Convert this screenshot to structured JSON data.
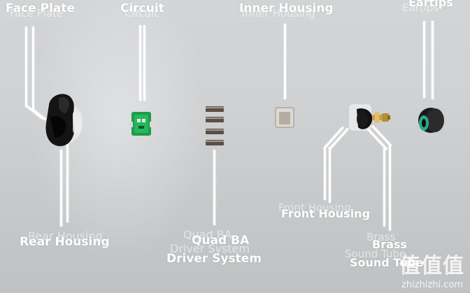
{
  "labels": {
    "face_plate": "Face Plate",
    "circuit": "Circuit",
    "inner_housing": "Inner Housing",
    "eartips": "Eartips",
    "rear_housing": "Rear Housing",
    "quad_ba_line1": "Quad BA",
    "quad_ba_line2": "Driver System",
    "front_housing": "Front Housing",
    "brass_line1": "Brass",
    "brass_line2": "Sound Tube"
  },
  "watermark": {
    "mark": "值值值",
    "url": "zhizhizhi.com"
  },
  "colors": {
    "background": "#cfd1d3",
    "label": "#ffffff",
    "circuit_green": "#1e9b4a",
    "brass": "#c9a24a",
    "eartip_teal": "#2aa98a"
  }
}
